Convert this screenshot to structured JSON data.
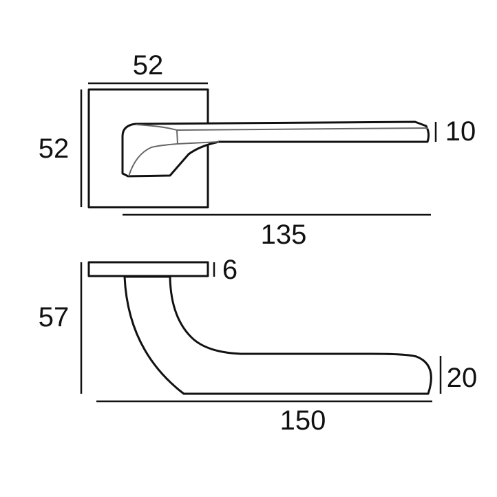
{
  "drawing": {
    "top_view": {
      "rose_width": "52",
      "rose_height": "52",
      "handle_thickness": "10",
      "handle_length": "135"
    },
    "side_view": {
      "rose_thickness": "6",
      "projection": "57",
      "grip_height": "20",
      "overall_length": "150"
    }
  }
}
